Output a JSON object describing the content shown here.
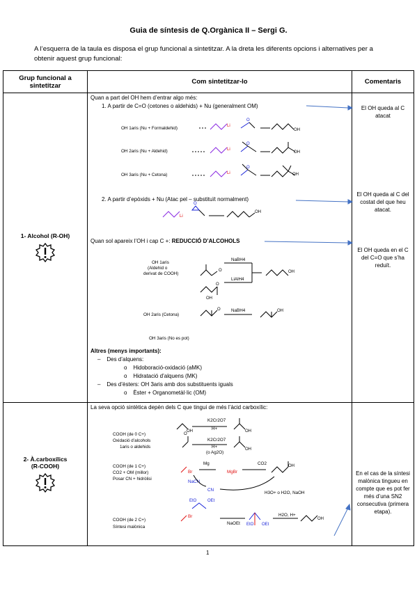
{
  "title": "Guia de síntesis de Q.Orgànica II – Sergi G.",
  "intro": "A l’esquerra de la taula es disposa el grup funcional a sintetitzar. A la dreta les diferents opcions i alternatives per a obtenir aquest grup funcional:",
  "headers": {
    "col1": "Grup funcional a sintetitzar",
    "col2": "Com sintetitzar-lo",
    "col3": "Comentaris"
  },
  "row1": {
    "label": "1- Alcohol (R-OH)",
    "intro": "Quan a part del OH hem d’entrar algo més:",
    "item1": "1.   A partir de C=O (cetones o aldehids) + Nu (generalment OM)",
    "oh1": "OH 1aris (Nu + Formaldehid)",
    "oh2": "OH 2aris (Nu + Aldehid)",
    "oh3": "OH 3aris (Nu + Cetona)",
    "item2": "2.   A partir d’epòxids + Nu (Atac pel – substituït normalment)",
    "reduc": "Quan sol apareix l’OH i cap C +: ",
    "reduc_b": "REDUCCIÓ D’ALCOHOLS",
    "r_oh1": "OH 1aris",
    "r_oh1b": "(Aldehid o",
    "r_oh1c": "derivat de COOH)",
    "r_oh2": "OH 2aris (Cetona)",
    "r_oh3": "OH 3aris (No es pot)",
    "nabh4": "NaBH4",
    "lialh4": "LiAlH4",
    "altres": "Altres (menys importants):",
    "a1": "Des d’alquens:",
    "a1a": "Hidoboració-oxidació (aMK)",
    "a1b": "Hidratació d’alquens (MK)",
    "a2": "Des d’èsters: OH 3aris amb dos substituents iguals",
    "a2a": "Èster + Organometàl·lic (OM)",
    "c1": "El OH queda al C atacat",
    "c2": "El OH queda al C del costat del que heu atacat.",
    "c3": "El OH queda en el C del C=O que s’ha reduït."
  },
  "row2": {
    "label1": "2- À.carboxílics",
    "label2": "(R-COOH)",
    "intro": "La seva opció sintètica depèn dels C que tingui de més l’àcid carboxílic:",
    "g0a": "COOH (de 0 C+)",
    "g0b": "Oxidació d’alcohols",
    "g0c": "1aris o aldehids",
    "k2": "K2Cr2O7",
    "h": "H+",
    "ag": "(o Ag2O)",
    "g1a": "COOH (de 1 C+)",
    "g1b": "CO2 + OM (millor)",
    "g1c": "Posar CN + hidròlisi",
    "mg": "Mg",
    "co2": "CO2",
    "mgbr": "MgBr",
    "nacn": "NaCN",
    "cn": "CN",
    "br": "Br",
    "hyd": "H3O+ o H2O, NaOH",
    "g2a": "COOH (de 2 C+)",
    "g2b": "Síntesi malònica",
    "naoet": "NaOEt",
    "h2o": "H2O, H+",
    "c4": "En el cas de la síntesi malònica tingueu en compte que es pot fer més d’una SN2 consecutiva (primera etapa)."
  },
  "page_number": "1",
  "colors": {
    "arrow": "#4472c4",
    "red": "#e01010",
    "blue": "#1a24d8",
    "purple": "#8a2be2"
  }
}
